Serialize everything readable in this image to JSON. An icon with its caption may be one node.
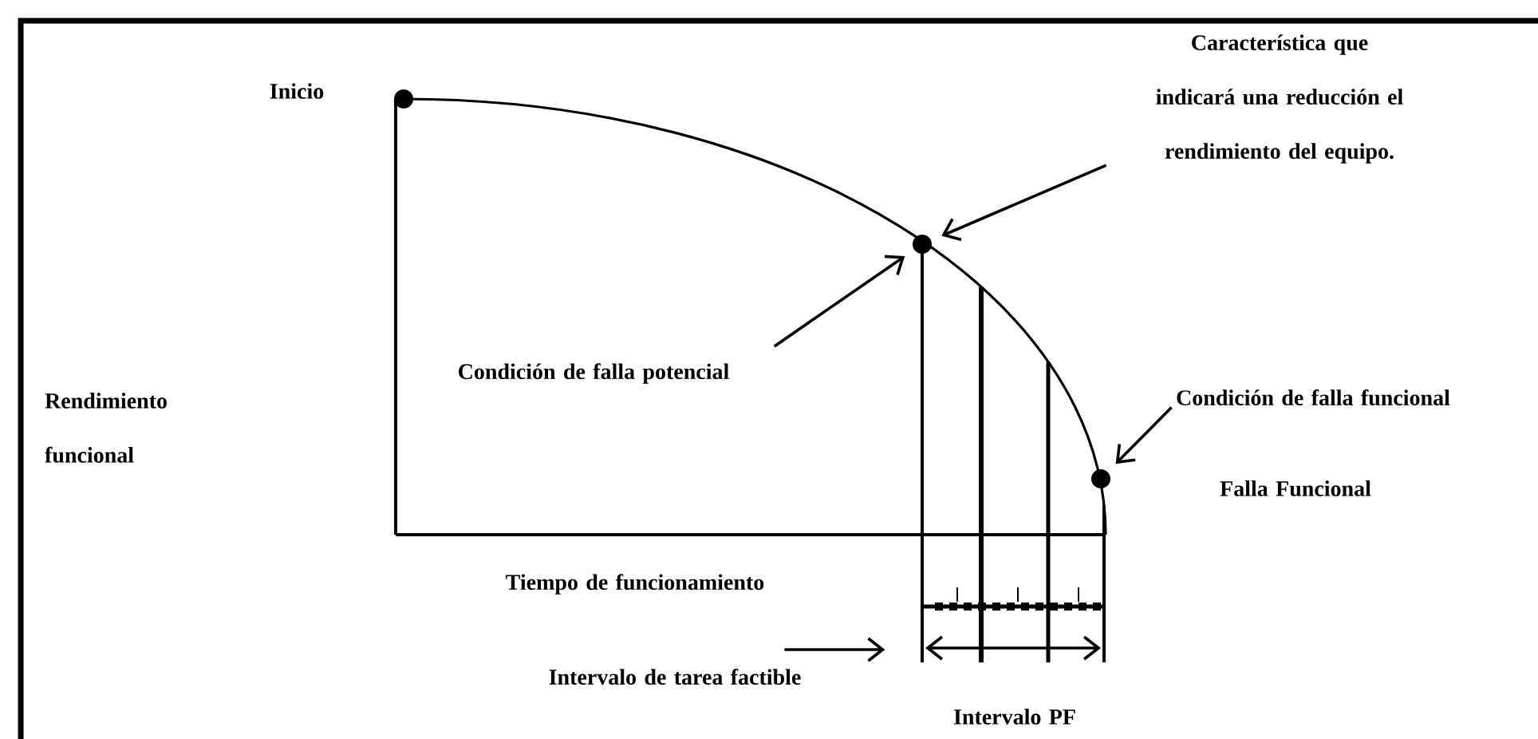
{
  "diagram": {
    "nodes": [
      {
        "text": [
          "Inicio"
        ]
      },
      {
        "text": [
          "Característica que indicará una reducción el rendimiento del equipo."
        ]
      },
      {
        "text": [
          "Rendimiento funcional"
        ]
      },
      {
        "text": [
          "Condición de falla potencial"
        ]
      },
      {
        "text": [
          "Condición de falla funcional"
        ]
      },
      {
        "text": [
          "Falla Funcional"
        ]
      },
      {
        "text": [
          "Tiempo de funcionamiento"
        ]
      },
      {
        "text": [
          "Intervalo de tarea factible"
        ]
      },
      {
        "text": [
          "Intervalo PF"
        ]
      },
      {
        "text": [],
        "shape": "circle"
      },
      {
        "text": [],
        "shape": "circle"
      },
      {
        "text": [],
        "shape": "circle"
      }
    ],
    "edges": [
      {
        "from": 1,
        "to": 10,
        "arrow": "to"
      },
      {
        "from": 3,
        "to": 10,
        "arrow": "to"
      },
      {
        "from": 4,
        "to": 11,
        "arrow": "to"
      },
      {
        "from": 7,
        "to": null,
        "arrow": "to"
      }
    ]
  }
}
